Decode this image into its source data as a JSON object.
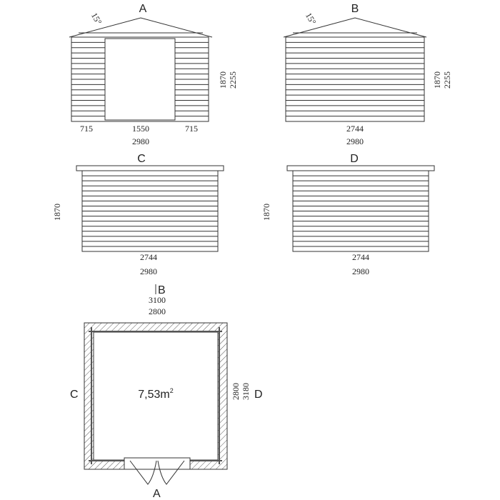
{
  "views": {
    "A": {
      "label": "A",
      "angle": "15°",
      "dims": [
        "715",
        "1550",
        "715"
      ],
      "total": "2980",
      "h1": "1870",
      "h2": "2255"
    },
    "B": {
      "label": "B",
      "angle": "15°",
      "inner": "2744",
      "total": "2980",
      "h1": "1870",
      "h2": "2255"
    },
    "C": {
      "label": "C",
      "height": "1870",
      "inner": "2744",
      "total": "2980"
    },
    "D": {
      "label": "D",
      "height": "1870",
      "inner": "2744",
      "total": "2980"
    }
  },
  "plan": {
    "area": "7,53m",
    "area_sup": "2",
    "width_outer": "3100",
    "width_inner": "2800",
    "depth_inner": "2800",
    "depth_outer": "3180",
    "marker_a": "A",
    "marker_b": "B",
    "marker_c": "C",
    "marker_d": "D"
  }
}
